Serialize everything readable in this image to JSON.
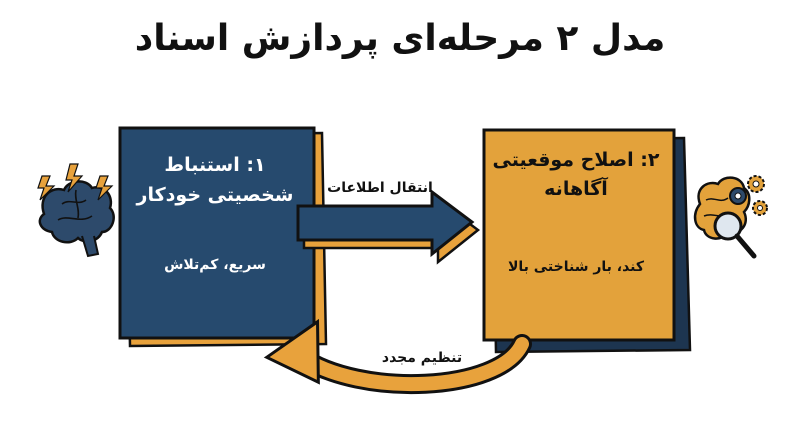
{
  "title": "مدل ۲ مرحله‌ای پردازش اسناد",
  "colors": {
    "box1": "#264a6e",
    "box2": "#e3a23b",
    "shadow": "#1d3550",
    "orange": "#e8a23c"
  },
  "stage1": {
    "title": "۱: استنباط شخصیتی خودکار",
    "subtitle": "سریع، کم‌تلاش"
  },
  "stage2": {
    "title": "۲: اصلاح موقعیتی آگاهانه",
    "subtitle": "کند، بار شناختی بالا"
  },
  "forward_arrow": {
    "label": "انتقال اطلاعات"
  },
  "loop_arrow": {
    "label": "تنظیم مجدد"
  },
  "icons": {
    "left": "brain-lightning-icon",
    "right": "brain-gears-magnifier-icon"
  }
}
